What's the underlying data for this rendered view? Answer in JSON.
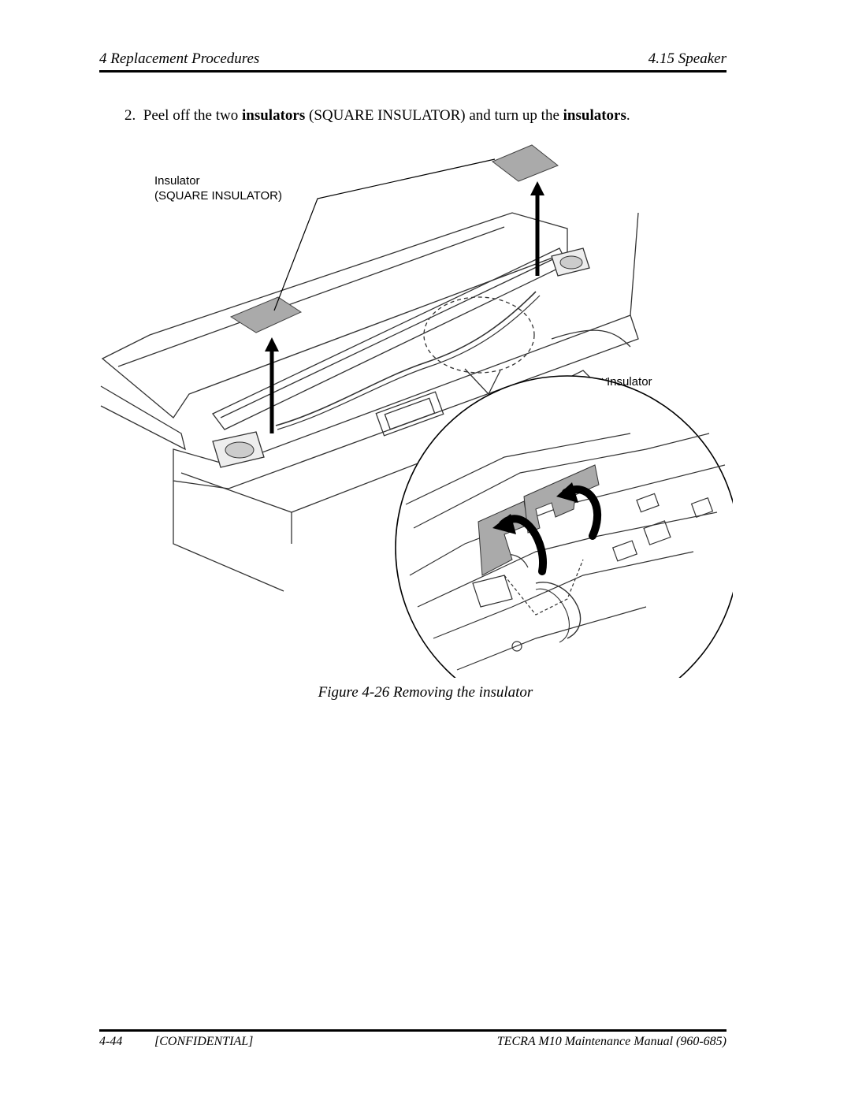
{
  "header": {
    "section": "4 Replacement Procedures",
    "subsection": "4.15 Speaker"
  },
  "step": {
    "number": "2.",
    "text_1": "Peel off the two ",
    "bold_1": "insulators",
    "text_2": " (SQUARE INSULATOR) and turn up the ",
    "bold_2": "insulators",
    "text_3": "."
  },
  "figure": {
    "callout_square_line1": "Insulator",
    "callout_square_line2": "(SQUARE INSULATOR)",
    "callout_insulator": "Insulator",
    "caption": "Figure 4-26   Removing the insulator"
  },
  "footer": {
    "page": "4-44",
    "confidential": "[CONFIDENTIAL]",
    "manual": "TECRA M10 Maintenance Manual (960-685)"
  }
}
